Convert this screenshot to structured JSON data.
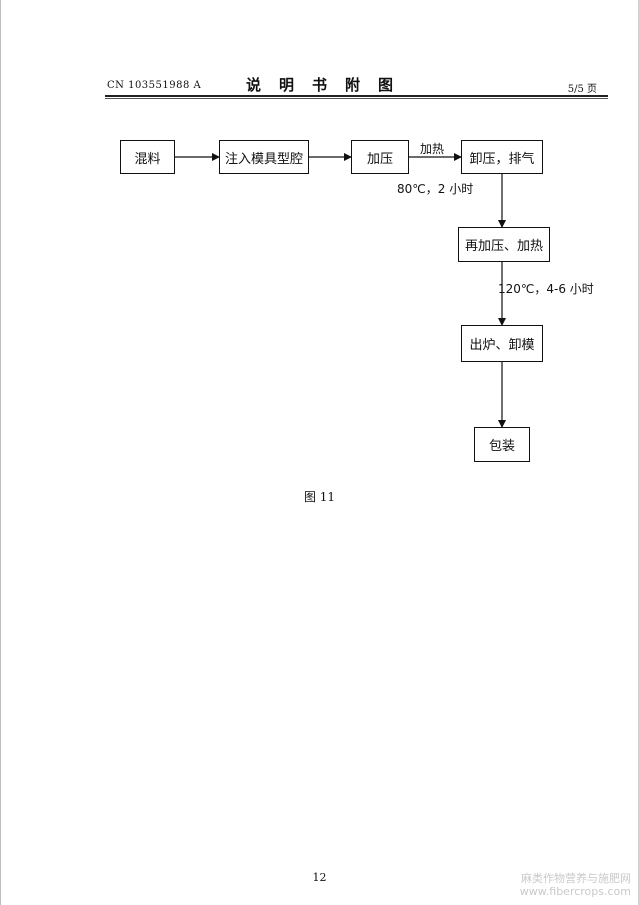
{
  "header": {
    "patent_no": "CN 103551988 A",
    "title": "说明书附图",
    "page_info": "5/5 页"
  },
  "flow": {
    "nodes": {
      "mix": "混料",
      "inject": "注入模具型腔",
      "press": "加压",
      "release": "卸压，排气",
      "repress": "再加压、加热",
      "out": "出炉、卸模",
      "pack": "包装"
    },
    "edge_labels": {
      "heat": "加热",
      "cond1": "80℃，2 小时",
      "cond2": "120℃，4-6 小时"
    }
  },
  "caption": "图 11",
  "page_number": "12",
  "watermark": {
    "line1": "麻类作物营养与施肥网",
    "line2": "www.fibercrops.com"
  }
}
